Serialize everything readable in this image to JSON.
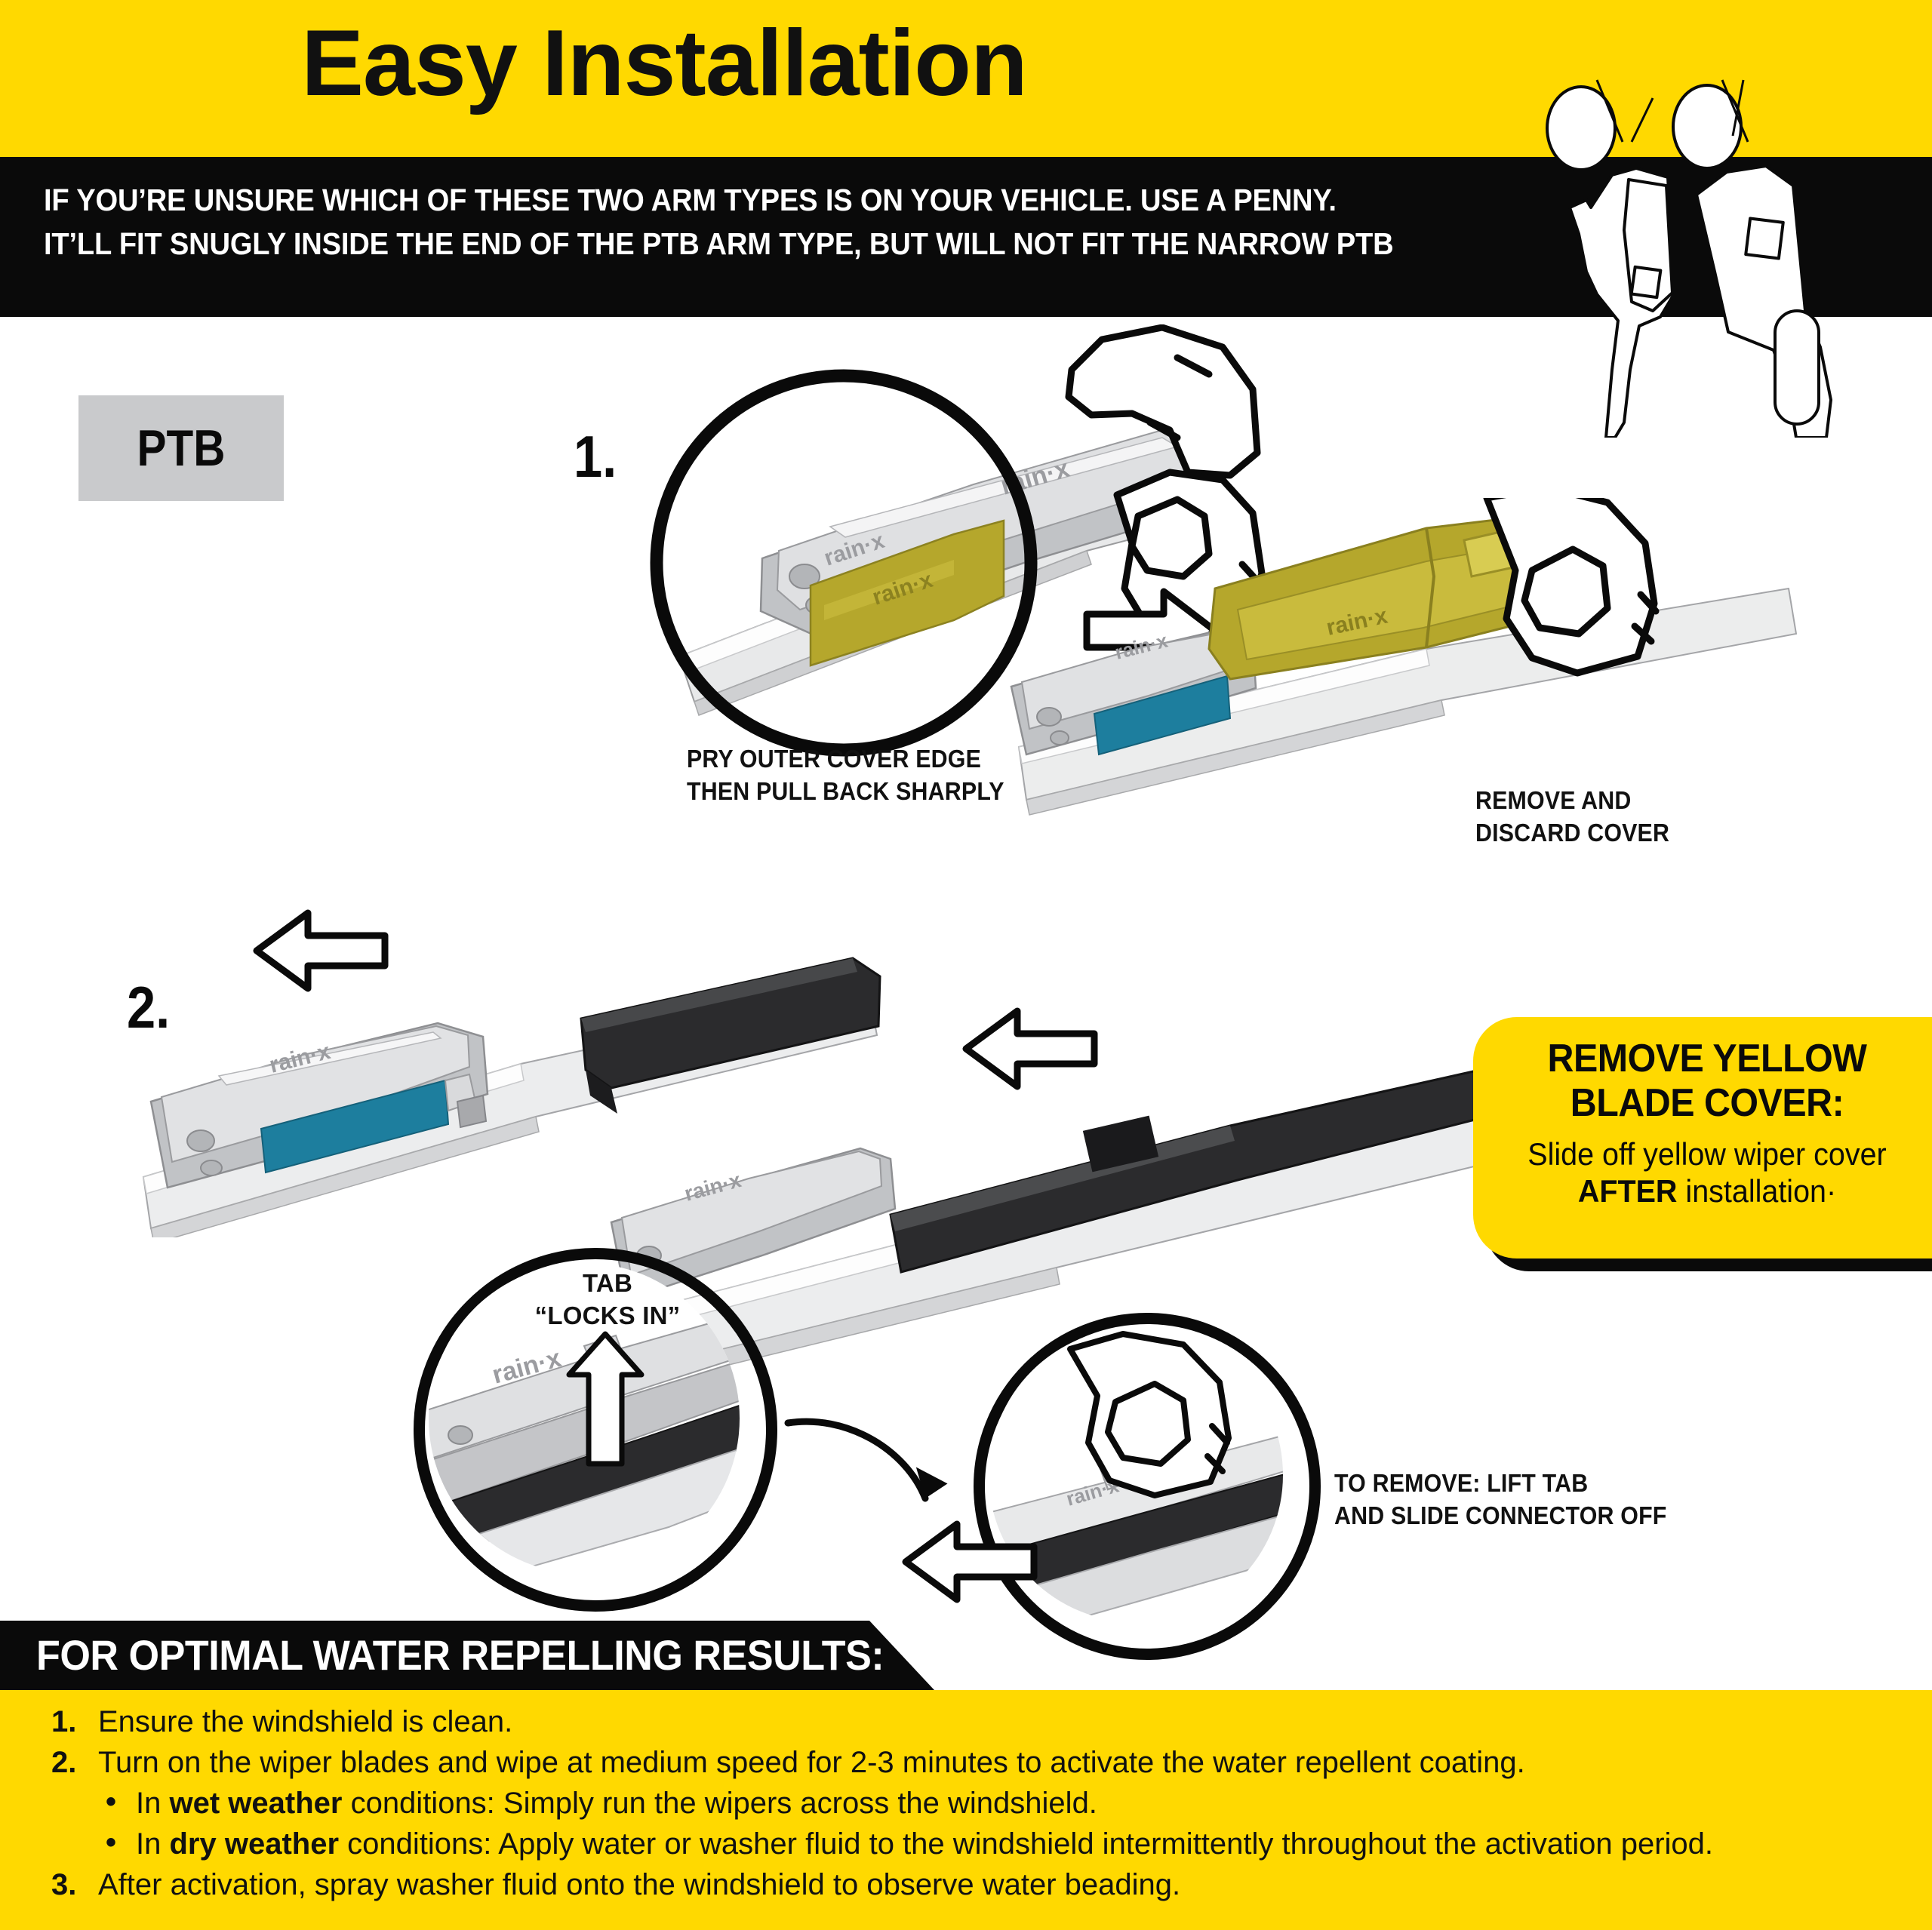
{
  "header": {
    "title": "Easy Installation",
    "subtitle_line1": "IF YOU’RE UNSURE WHICH OF THESE TWO ARM TYPES IS ON YOUR VEHICLE. USE A PENNY.",
    "subtitle_line2": "IT’LL FIT SNUGLY INSIDE THE END OF THE PTB ARM TYPE, BUT WILL NOT FIT THE NARROW PTB"
  },
  "arm_type_badge": {
    "label": "PTB"
  },
  "steps": {
    "step1_number": "1.",
    "step2_number": "2."
  },
  "captions": {
    "pry_line1": "PRY OUTER COVER EDGE",
    "pry_line2": "THEN PULL BACK SHARPLY",
    "discard_line1": "REMOVE AND",
    "discard_line2": "DISCARD COVER",
    "tab_line1": "TAB",
    "tab_line2": "“LOCKS IN”",
    "remove_line1": "TO REMOVE: LIFT TAB",
    "remove_line2": "AND SLIDE CONNECTOR OFF"
  },
  "callout": {
    "heading_line1": "REMOVE YELLOW",
    "heading_line2": "BLADE COVER:",
    "body_line1": "Slide off yellow wiper cover",
    "body_bold": "AFTER",
    "body_line2_tail": " installation·"
  },
  "results": {
    "banner": "FOR OPTIMAL WATER REPELLING RESULTS:",
    "items": [
      {
        "num": "1.",
        "text": "Ensure the windshield is clean."
      },
      {
        "num": "2.",
        "text": "Turn on the wiper blades and wipe at medium speed for 2-3 minutes to activate the water repellent coating."
      },
      {
        "num": "3.",
        "text": "After activation, spray washer fluid onto the windshield to observe water beading."
      }
    ],
    "sub_items": [
      {
        "bullet": "•",
        "lead": "In ",
        "bold": "wet weather",
        "tail": " conditions: Simply run the wipers across the windshield."
      },
      {
        "bullet": "•",
        "lead": "In ",
        "bold": "dry weather",
        "tail": " conditions: Apply water or washer fluid to the windshield intermittently throughout the activation period."
      }
    ]
  },
  "brand_mark": "rain·x",
  "colors": {
    "yellow": "#FFD900",
    "black": "#0A0A0A",
    "badge_gray": "#C9CACC",
    "teal": "#1D7E9E",
    "cover_yellow": "#B5A72C"
  }
}
